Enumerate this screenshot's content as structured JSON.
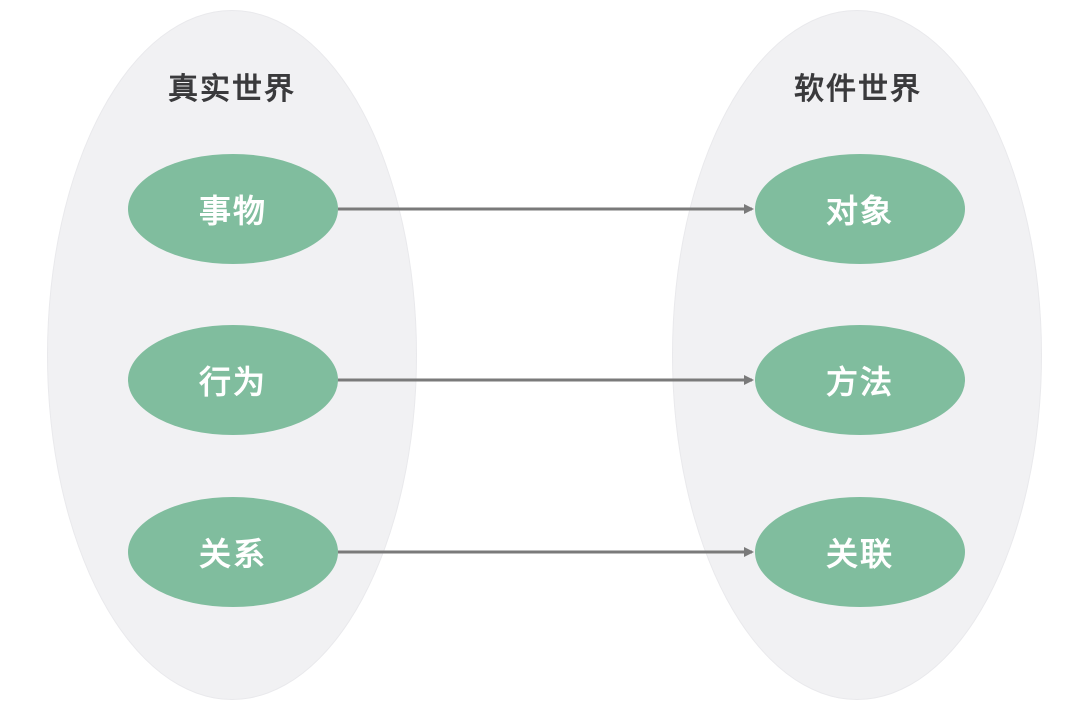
{
  "groups": {
    "real_world": {
      "title": "真实世界"
    },
    "software_world": {
      "title": "软件世界"
    }
  },
  "mappings": [
    {
      "from": "事物",
      "to": "对象"
    },
    {
      "from": "行为",
      "to": "方法"
    },
    {
      "from": "关系",
      "to": "关联"
    }
  ],
  "colors": {
    "node_fill": "#80bd9e",
    "node_text": "#ffffff",
    "group_fill": "#f1f1f3",
    "arrow": "#7a7a7a",
    "title_text": "#3a3a3c"
  }
}
